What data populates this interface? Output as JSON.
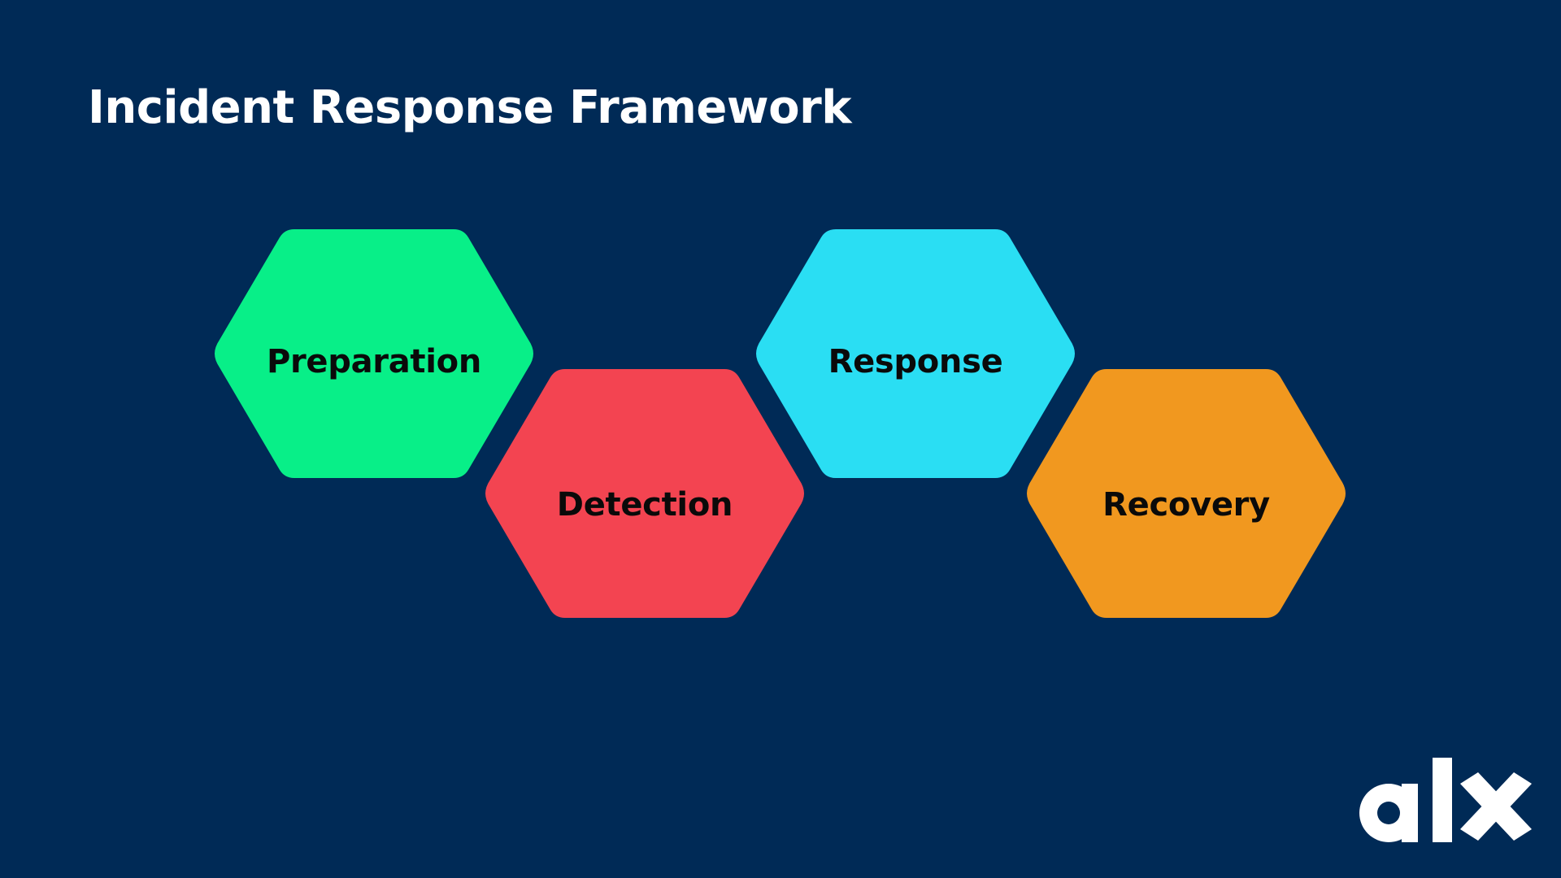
{
  "slide": {
    "title": "Incident Response Framework",
    "background_color": "#002a56"
  },
  "stages": [
    {
      "label": "Preparation",
      "color": "#08ef88"
    },
    {
      "label": "Detection",
      "color": "#f34451"
    },
    {
      "label": "Response",
      "color": "#2adef3"
    },
    {
      "label": "Recovery",
      "color": "#f1981f"
    }
  ],
  "logo": {
    "text": "alx",
    "color": "#ffffff"
  }
}
